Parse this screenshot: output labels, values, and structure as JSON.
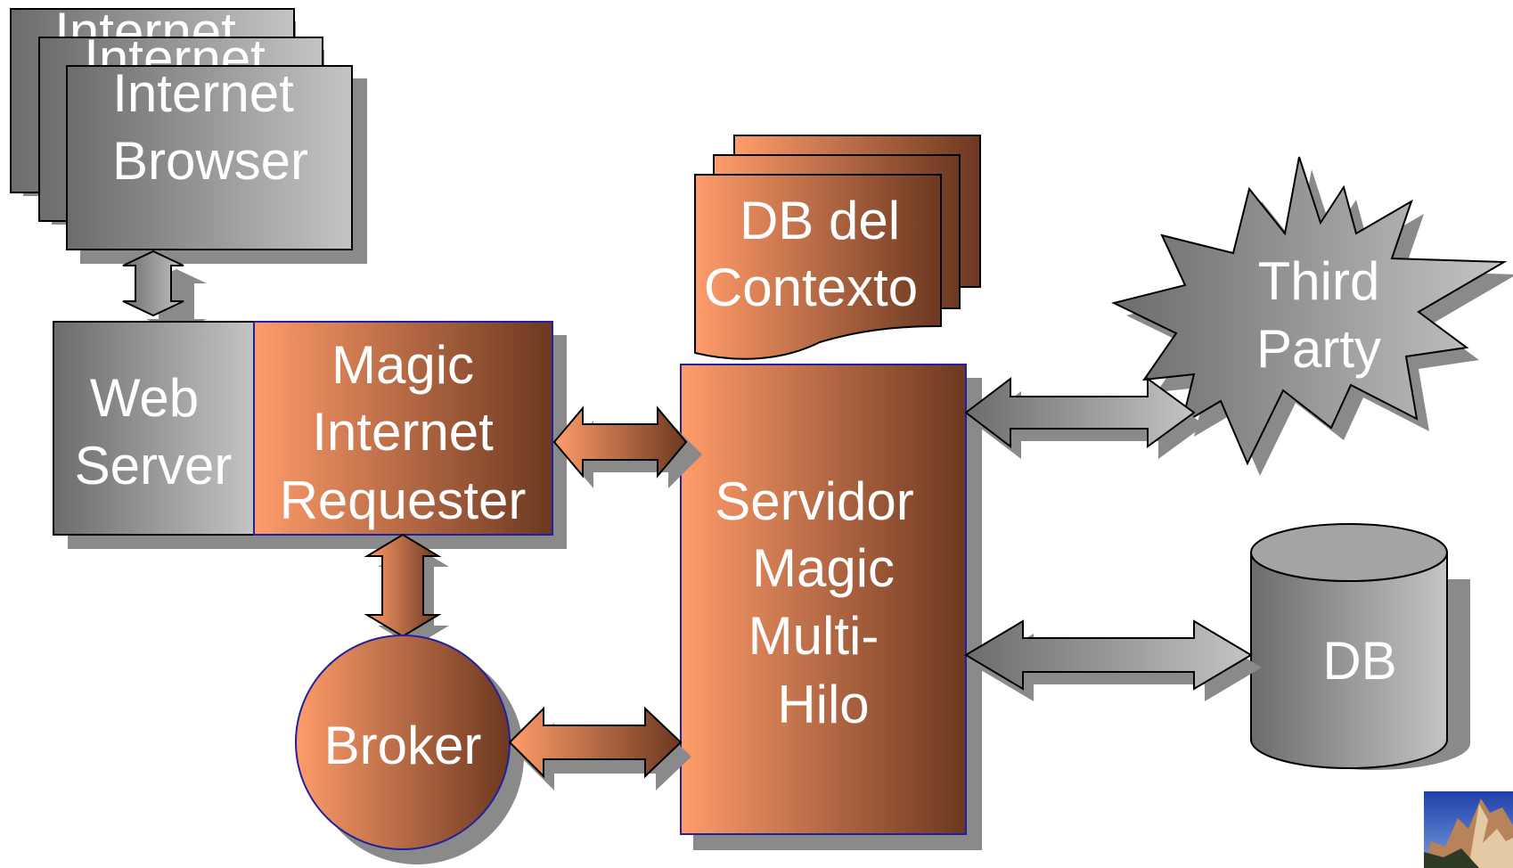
{
  "nodes": {
    "browser_stack_back_2": "Internet",
    "browser_stack_back_1": "Internet",
    "browser": {
      "line1": "Internet",
      "line2": "Browser"
    },
    "web_server": {
      "line1": "Web",
      "line2": "Server"
    },
    "requester": {
      "line1": "Magic",
      "line2": "Internet",
      "line3": "Requester"
    },
    "context_db": {
      "line1": "DB del",
      "line2": "Contexto"
    },
    "third_party": {
      "line1": "Third",
      "line2": "Party"
    },
    "server": {
      "line1": "Servidor",
      "line2": "Magic",
      "line3": "Multi-",
      "line4": "Hilo"
    },
    "database": "DB",
    "broker": "Broker"
  },
  "colors": {
    "gray_dark": "#6e6e6e",
    "gray_light": "#c2c2c2",
    "orange_light": "#ff9a68",
    "orange_dark": "#6e3a22",
    "shadow": "#8a8a8a",
    "outline_blue": "#2020a0"
  },
  "corner_image": "mountain-thumbnail"
}
